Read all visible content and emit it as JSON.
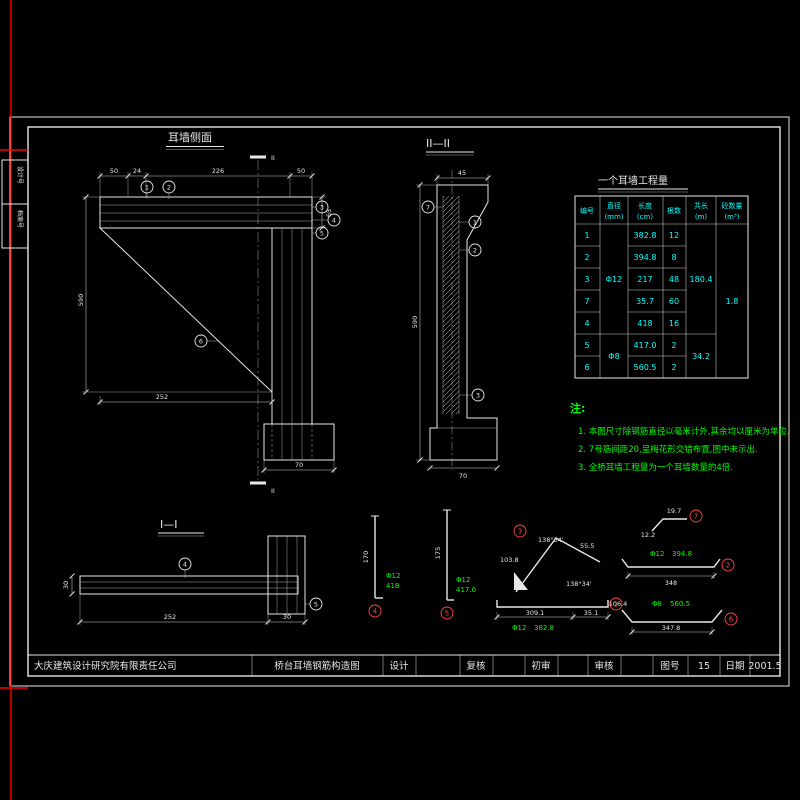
{
  "frame": {
    "tab1": "设计号",
    "tab2": "档案号"
  },
  "side_view": {
    "title": "耳墙侧面",
    "section_mark": "II",
    "dim_top": [
      "50",
      "24",
      "226",
      "50"
    ],
    "dim_height": "590",
    "dim_band": "65",
    "dim_base": "252",
    "dim_footing": "70",
    "callouts": [
      "1",
      "2",
      "3",
      "4",
      "5",
      "6"
    ]
  },
  "section2": {
    "title": "II—II",
    "dim_top": "45",
    "dim_height": "590",
    "dim_footing": "70",
    "callouts": [
      "7",
      "1",
      "2",
      "3"
    ]
  },
  "section1": {
    "title": "I—I",
    "dim_base": "252",
    "dim_step": "30",
    "dim_width": "30",
    "callouts": [
      "4",
      "5"
    ]
  },
  "table": {
    "title": "一个耳墙工程量",
    "headers": [
      {
        "l1": "编号",
        "l2": ""
      },
      {
        "l1": "直径",
        "l2": "(mm)"
      },
      {
        "l1": "长度",
        "l2": "(cm)"
      },
      {
        "l1": "根数",
        "l2": ""
      },
      {
        "l1": "共长",
        "l2": "(m)"
      },
      {
        "l1": "砼数量",
        "l2": "(m³)"
      }
    ],
    "rows": [
      {
        "no": "1",
        "len": "382.8",
        "qty": "12"
      },
      {
        "no": "2",
        "len": "394.8",
        "qty": "8"
      },
      {
        "no": "3",
        "len": "217",
        "qty": "48"
      },
      {
        "no": "7",
        "len": "35.7",
        "qty": "60"
      },
      {
        "no": "4",
        "len": "418",
        "qty": "16"
      },
      {
        "no": "5",
        "len": "417.0",
        "qty": "2"
      },
      {
        "no": "6",
        "len": "560.5",
        "qty": "2"
      }
    ],
    "merged": {
      "dia12": "Φ12",
      "dia8": "Φ8",
      "total12": "180.4",
      "total8": "34.2",
      "concrete": "1.8"
    }
  },
  "notes": {
    "label": "注:",
    "line1": "1. 本图尺寸除钢筋直径以毫米计外,其余均以厘米为单位.",
    "line2": "2. 7号筋间距20,呈梅花形交错布置,图中未示出.",
    "line3": "3. 全桥耳墙工程量为一个耳墙数量的4倍."
  },
  "details": {
    "bar4": {
      "no": "4",
      "dim": "170",
      "spec": "Φ12",
      "len": "418"
    },
    "bar5": {
      "no": "5",
      "dim": "175",
      "spec": "Φ12",
      "len": "417.0"
    },
    "bar1": {
      "no": "1",
      "dim1": "309.1",
      "dim2": "35.1",
      "spec": "Φ12",
      "len": "382.8"
    },
    "bar3": {
      "no": "3",
      "angle1": "138°34'",
      "angle2": "138°34'",
      "dim1": "103.8",
      "dim2": "55.5"
    },
    "bar7": {
      "no": "7",
      "dim1": "19.7",
      "dim2": "12.2"
    },
    "bar2": {
      "no": "2",
      "dim": "348",
      "spec": "Φ12",
      "len": "394.8"
    },
    "bar6": {
      "no": "6",
      "dim1": "347.8",
      "dim2": "106.4",
      "spec": "Φ8",
      "len": "560.5"
    }
  },
  "titleblock": {
    "company": "大庆建筑设计研究院有限责任公司",
    "drawing_title": "桥台耳墙钢筋构造图",
    "design_label": "设计",
    "check_label": "复核",
    "initial_label": "初审",
    "review_label": "审核",
    "figno_label": "图号",
    "figno_value": "15",
    "date_label": "日期",
    "date_value": "2001.5"
  }
}
